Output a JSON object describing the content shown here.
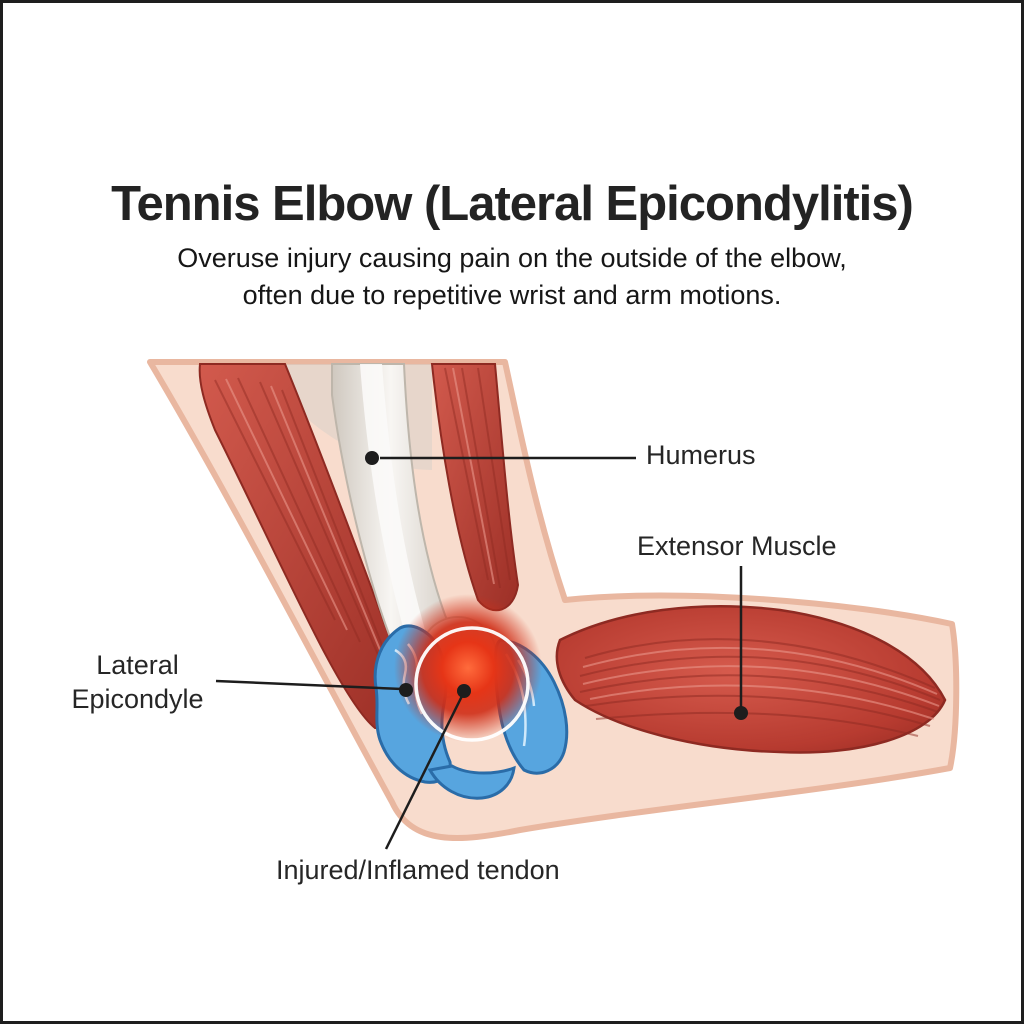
{
  "diagram": {
    "title": "Tennis Elbow (Lateral Epicondylitis)",
    "subtitle": "Overuse injury causing pain on the outside of the elbow,\noften due to repetitive wrist and arm motions.",
    "labels": {
      "humerus": "Humerus",
      "extensor_muscle": "Extensor Muscle",
      "lateral_epicondyle": "Lateral\nEpicondyle",
      "injured_tendon": "Injured/Inflamed tendon"
    },
    "colors": {
      "text": "#232323",
      "skin": "#f8dccd",
      "skin_outline": "#e9b7a0",
      "muscle_red": "#c2463c",
      "bone": "#e8e4de",
      "ligament_blue": "#55a4dd",
      "inflamed_red": "#e03b22",
      "leader_line": "#1d1d1d"
    }
  }
}
